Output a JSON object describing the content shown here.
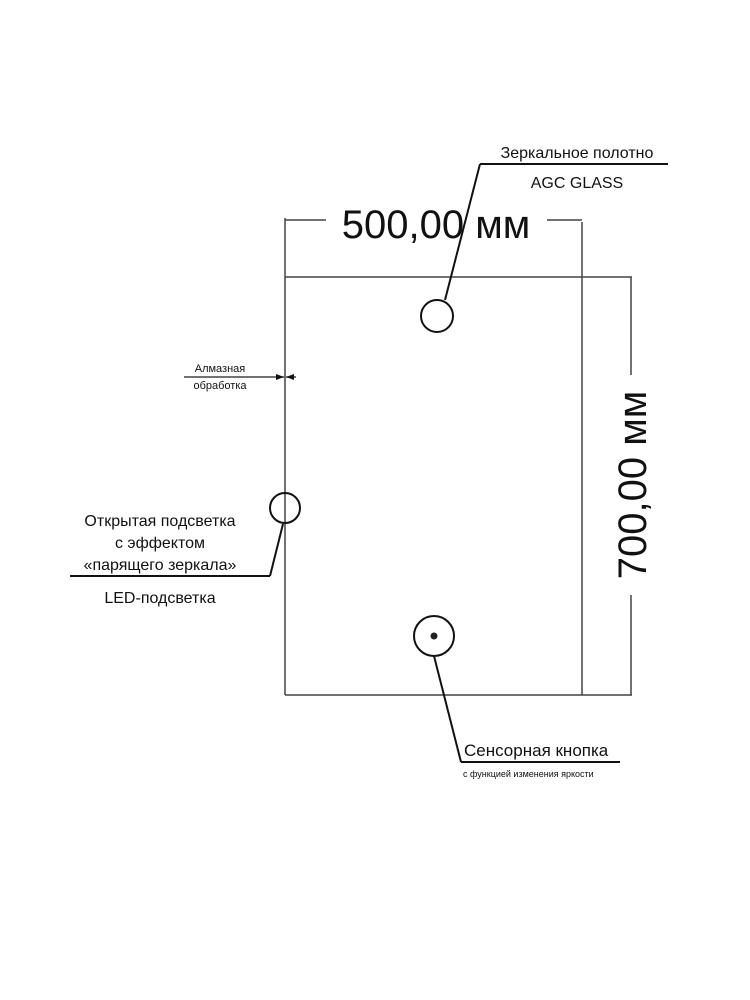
{
  "dimensions": {
    "width_label": "500,00 мм",
    "height_label": "700,00 мм"
  },
  "callouts": {
    "mirror": {
      "title": "Зеркальное  полотно",
      "subtitle": "AGC GLASS"
    },
    "edge": {
      "line1": "Алмазная",
      "line2": "обработка"
    },
    "backlight": {
      "line1": "Открытая подсветка",
      "line2": "с эффектом",
      "line3": "«парящего зеркала»",
      "subtitle": "LED-подсветка"
    },
    "sensor": {
      "title": "Сенсорная кнопка",
      "subtitle": "с функцией изменения яркости"
    }
  }
}
